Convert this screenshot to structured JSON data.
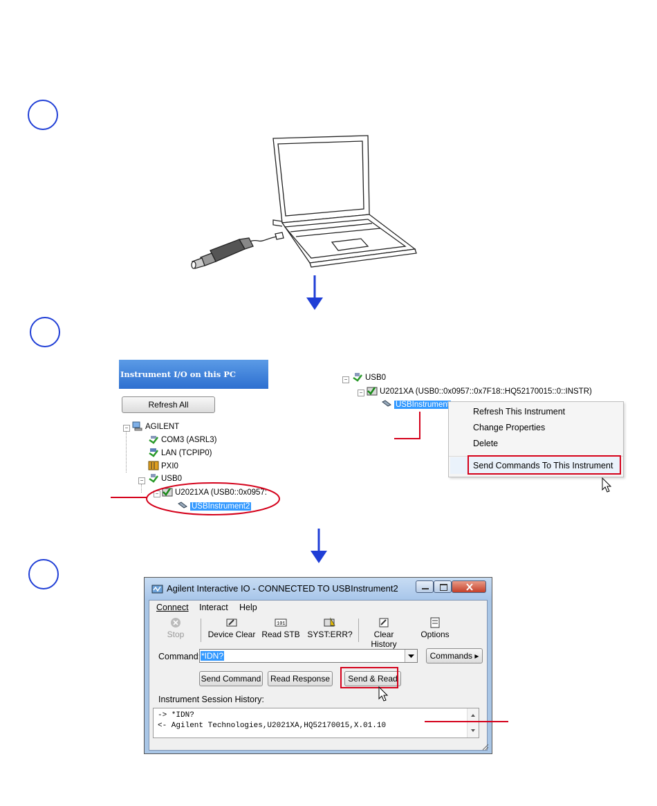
{
  "steps": {
    "arrow_color": "#1f3ed6",
    "highlight_color": "#d4001a"
  },
  "io_panel": {
    "header": "Instrument I/O on this PC",
    "refresh_all": "Refresh All",
    "tree": [
      {
        "label": "AGILENT",
        "icon": "computer-icon"
      },
      {
        "label": "COM3 (ASRL3)",
        "icon": "serial-port-icon"
      },
      {
        "label": "LAN (TCPIP0)",
        "icon": "network-icon"
      },
      {
        "label": "PXI0",
        "icon": "pxi-chassis-icon"
      },
      {
        "label": "USB0",
        "icon": "usb-icon"
      },
      {
        "label": "U2021XA (USB0::0x0957:",
        "icon": "instrument-icon"
      },
      {
        "label": "USBInstrument2",
        "icon": "usb-device-icon"
      }
    ]
  },
  "tree_right": {
    "usb": "USB0",
    "instrument": "U2021XA (USB0::0x0957::0x7F18::HQ52170015::0::INSTR)",
    "device": "USBInstrument"
  },
  "context_menu": {
    "items": [
      "Refresh This Instrument",
      "Change Properties",
      "Delete",
      "Send Commands To This Instrument"
    ]
  },
  "window": {
    "title": "Agilent Interactive IO - CONNECTED TO USBInstrument2",
    "menu": [
      "Connect",
      "Interact",
      "Help"
    ],
    "toolbar": [
      "Stop",
      "Device Clear",
      "Read STB",
      "SYST:ERR?",
      "Clear History",
      "Options"
    ],
    "command_label": "Command:",
    "command_value": "*IDN?",
    "commands_button": "Commands",
    "send_command": "Send Command",
    "read_response": "Read Response",
    "send_read": "Send & Read",
    "history_label": "Instrument Session History:",
    "history_lines": [
      "-> *IDN?",
      "<- Agilent Technologies,U2021XA,HQ52170015,X.01.10"
    ]
  }
}
